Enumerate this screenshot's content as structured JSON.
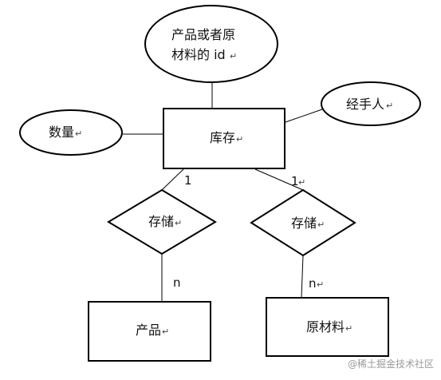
{
  "diagram": {
    "entities": {
      "inventory": "库存",
      "product": "产品",
      "raw_material": "原材料"
    },
    "attributes": {
      "item_id_line1": "产品或者原",
      "item_id_line2": "材料的 id",
      "quantity": "数量",
      "handler": "经手人"
    },
    "relationships": {
      "store_left": "存储",
      "store_right": "存储"
    },
    "cardinality": {
      "left_top": "1",
      "right_top": "1",
      "left_bottom": "n",
      "right_bottom": "n"
    },
    "paragraph_mark": "↵"
  },
  "watermark": "@稀土掘金技术社区"
}
